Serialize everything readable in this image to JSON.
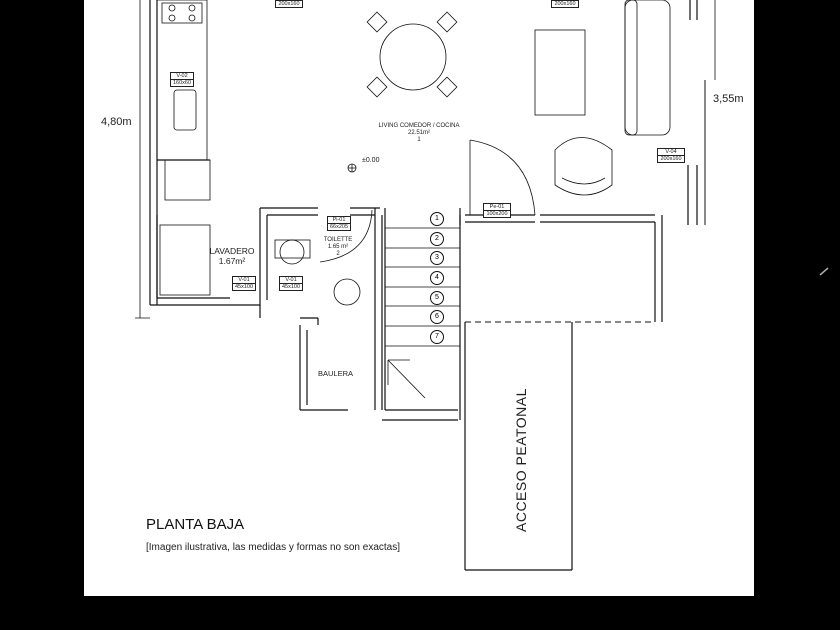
{
  "plan": {
    "title": "PLANTA BAJA",
    "note": "[Imagen ilustrativa, las medidas y formas no son exactas]",
    "dimensions": {
      "left": "4,80m",
      "right": "3,55m"
    },
    "level_mark": "±0.00",
    "rooms": {
      "living": {
        "name": "LIVING COMEDOR / COCINA",
        "area": "22.51m²",
        "number": "1"
      },
      "lavadero": {
        "name": "LAVADERO",
        "area": "1.67m²"
      },
      "toilette": {
        "name": "TOILETTE",
        "area": "1.65 m²",
        "number": "2"
      },
      "baulera": {
        "name": "BAULERA"
      },
      "acceso": {
        "name": "ACCESO PEATONAL"
      }
    },
    "tags": {
      "v02": {
        "code": "V-02",
        "size": "160x60"
      },
      "v04": {
        "code": "V-04",
        "size": "200x160"
      },
      "pe01": {
        "code": "Pe-01",
        "size": "100x200"
      },
      "pi01": {
        "code": "Pi-01",
        "size": "66x205"
      },
      "v01a": {
        "code": "V-01",
        "size": "45x100"
      },
      "v01b": {
        "code": "V-01",
        "size": "45x100"
      },
      "top1": {
        "code": "",
        "size": "200x160"
      },
      "top2": {
        "code": "",
        "size": "200x160"
      }
    },
    "steps": [
      "1",
      "2",
      "3",
      "4",
      "5",
      "6",
      "7"
    ]
  }
}
